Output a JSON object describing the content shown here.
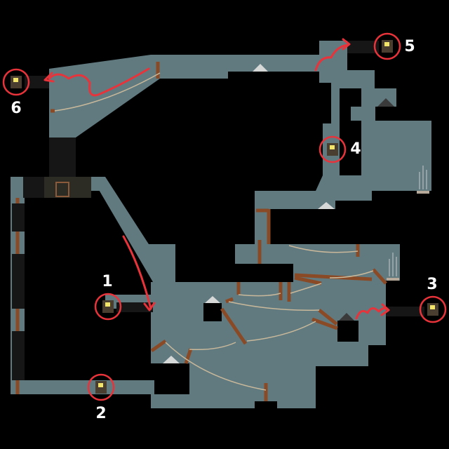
{
  "colors": {
    "background": "#000000",
    "floor": "#617a80",
    "wall_dark": "#161616",
    "plank": "#8b4a26",
    "rope": "#c9b99a",
    "marker": "#e8333a",
    "vent": "#c7cbcd",
    "text": "#ffffff"
  },
  "icons": {
    "marker": "red-circle-icon",
    "box": "extract-box-icon",
    "arrow": "red-arrow-icon",
    "spike": "spike-icon",
    "vent": "vent-lines-icon",
    "door": "door-icon"
  },
  "locations": [
    {
      "label": "1"
    },
    {
      "label": "2"
    },
    {
      "label": "3"
    },
    {
      "label": "4"
    },
    {
      "label": "5"
    },
    {
      "label": "6"
    }
  ]
}
